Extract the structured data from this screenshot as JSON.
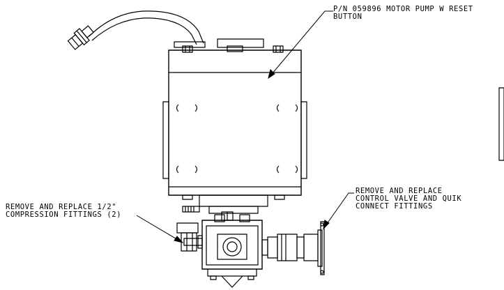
{
  "callouts": {
    "pump": {
      "line1": "P/N 059896 MOTOR PUMP W RESET",
      "line2": "BUTTON"
    },
    "compression": {
      "line1": "REMOVE AND REPLACE  1/2\"",
      "line2": "COMPRESSION FITTINGS (2)"
    },
    "valve": {
      "line1": "REMOVE AND REPLACE",
      "line2": "CONTROL VALVE AND QUIK",
      "line3": "CONNECT FITTINGS"
    }
  },
  "colors": {
    "line": "#000000",
    "background": "#ffffff"
  }
}
